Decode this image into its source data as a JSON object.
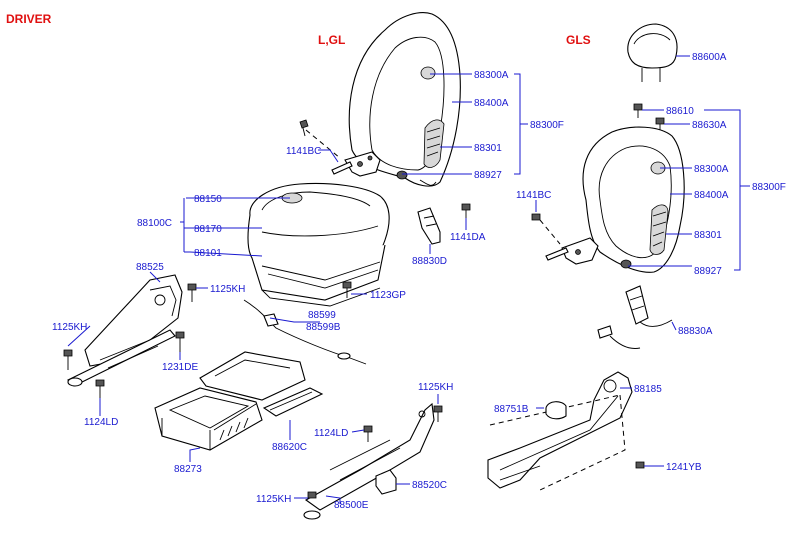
{
  "headers": {
    "driver": "DRIVER",
    "lgl": "L,GL",
    "gls": "GLS"
  },
  "labels": {
    "p88300A_l": "88300A",
    "p88400A_l": "88400A",
    "p88300F_l": "88300F",
    "p88301_l": "88301",
    "p88927_l": "88927",
    "p1141BC_l": "1141BC",
    "p88150": "88150",
    "p88100C": "88100C",
    "p88170": "88170",
    "p88101": "88101",
    "p1141DA": "1141DA",
    "p88830D": "88830D",
    "p1123GP": "1123GP",
    "p88525": "88525",
    "p1125KH_a": "1125KH",
    "p1125KH_b": "1125KH",
    "p1231DE": "1231DE",
    "p1124LD_a": "1124LD",
    "p88599": "88599",
    "p88599B": "88599B",
    "p88273": "88273",
    "p88620C": "88620C",
    "p1125KH_c": "1125KH",
    "p1124LD_b": "1124LD",
    "p88520C": "88520C",
    "p1125KH_d": "1125KH",
    "p88500E": "88500E",
    "p88600A": "88600A",
    "p88610": "88610",
    "p88630A": "88630A",
    "p88300A_r": "88300A",
    "p88400A_r": "88400A",
    "p88300F_r": "88300F",
    "p88301_r": "88301",
    "p88927_r": "88927",
    "p1141BC_r": "1141BC",
    "p88830A": "88830A",
    "p88185": "88185",
    "p88751B": "88751B",
    "p1241YB": "1241YB"
  },
  "colors": {
    "label": "#1a1ad0",
    "header": "#e01010"
  }
}
